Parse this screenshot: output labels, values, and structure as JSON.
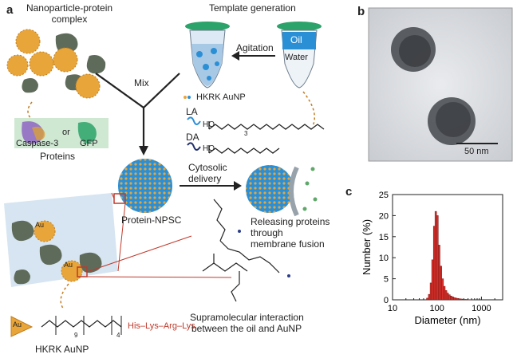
{
  "panels": {
    "a": "a",
    "b": "b",
    "c": "c"
  },
  "labels": {
    "np_complex_1": "Nanoparticle-protein",
    "np_complex_2": "complex",
    "template": "Template generation",
    "agitation": "Agitation",
    "oil": "Oil",
    "water": "Water",
    "hkrk_legend": "HKRK AuNP",
    "mix": "Mix",
    "la": "LA",
    "da": "DA",
    "caspase": "Caspase-3",
    "or": "or",
    "gfp": "GFP",
    "proteins": "Proteins",
    "cytosolic_1": "Cytosolic",
    "cytosolic_2": "delivery",
    "npsc": "Protein-NPSC",
    "release_1": "Releasing proteins",
    "release_2": "through",
    "release_3": "membrane fusion",
    "supra_1": "Supramolecular interaction",
    "supra_2": "between the oil and AuNP",
    "hkrk_title": "HKRK AuNP",
    "peptide": "His–Lys–Arg–Lys",
    "au": "Au",
    "ho": "HO",
    "sub9": "9",
    "sub4": "4",
    "sub3": "3",
    "scale": "50 nm"
  },
  "colors": {
    "gold": "#e8a63a",
    "oil": "#2b8fd6",
    "blob": "#5f6b5a",
    "tube_cap": "#2ca36a",
    "hist_bar": "#d9302b",
    "label_red": "#c0392b"
  },
  "chart_data": {
    "type": "bar",
    "title": "",
    "xlabel": "Diameter (nm)",
    "ylabel": "Number (%)",
    "xscale": "log",
    "xlim": [
      10,
      3000
    ],
    "ylim": [
      0,
      25
    ],
    "xticks": [
      "10",
      "100",
      "1000"
    ],
    "yticks": [
      "0",
      "5",
      "10",
      "15",
      "20",
      "25"
    ],
    "grid": false,
    "bins_left": [
      58,
      64,
      70,
      76,
      83,
      90,
      98,
      107,
      117,
      128,
      140,
      153,
      167,
      182,
      199,
      217,
      237,
      259,
      283,
      309,
      337,
      368,
      402,
      439,
      479,
      523
    ],
    "values": [
      0.4,
      1.3,
      4.0,
      9.5,
      17.5,
      21.0,
      20.0,
      13.0,
      8.0,
      5.0,
      3.2,
      2.2,
      1.6,
      1.2,
      0.9,
      0.7,
      0.5,
      0.4,
      0.3,
      0.25,
      0.2,
      0.15,
      0.1,
      0.1,
      0.05,
      0.05
    ]
  }
}
